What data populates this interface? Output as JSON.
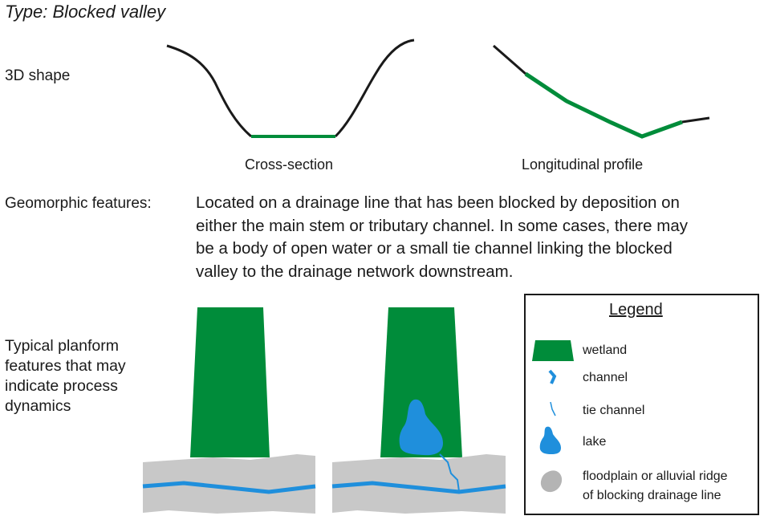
{
  "title": "Type: Blocked valley",
  "shape_label": "3D shape",
  "cross_section_caption": "Cross-section",
  "longitudinal_caption": "Longitudinal profile",
  "geomorphic_label": "Geomorphic features:",
  "geomorphic_text": [
    "Located on a drainage line that has been blocked by deposition on",
    "either the main stem or tributary channel. In some cases, there may",
    "be a body of open water or a small tie channel linking the blocked",
    "valley to the drainage network downstream."
  ],
  "planform_label": [
    "Typical planform",
    "features that may",
    "indicate process",
    "dynamics"
  ],
  "legend": {
    "title": "Legend",
    "items": [
      {
        "label": "wetland",
        "icon": "wetland-icon"
      },
      {
        "label": "channel",
        "icon": "channel-icon"
      },
      {
        "label": "tie channel",
        "icon": "tie-channel-icon"
      },
      {
        "label": "lake",
        "icon": "lake-icon"
      },
      {
        "label": "floodplain or alluvial ridge",
        "label2": "of blocking drainage line",
        "icon": "floodplain-icon"
      }
    ]
  },
  "colors": {
    "wetland": "#008c3a",
    "channel": "#1f8fdc",
    "floodplain": "#c8c8c8",
    "profile_line": "#1a1a1a"
  }
}
